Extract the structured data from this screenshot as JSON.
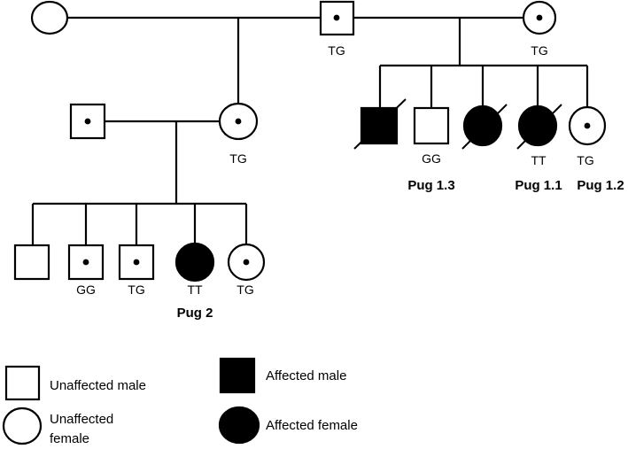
{
  "genotypes": {
    "gen1_father": "TG",
    "gen1_stepmother": "TG",
    "gen2_daughter": "TG",
    "pug13": "GG",
    "pug11": "TT",
    "pug12": "TG",
    "gen3_son2": "GG",
    "gen3_son3": "TG",
    "pug2": "TT",
    "gen3_daughter2": "TG"
  },
  "dog_labels": {
    "pug13": "Pug 1.3",
    "pug11": "Pug 1.1",
    "pug12": "Pug 1.2",
    "pug2": "Pug 2"
  },
  "legend": {
    "unaffected_male": "Unaffected male",
    "unaffected_female_line1": "Unaffected",
    "unaffected_female_line2": "female",
    "affected_male": "Affected male",
    "affected_female": "Affected female"
  },
  "colors": {
    "affected": "#000000",
    "unaffected": "#ffffff",
    "line": "#000000"
  }
}
